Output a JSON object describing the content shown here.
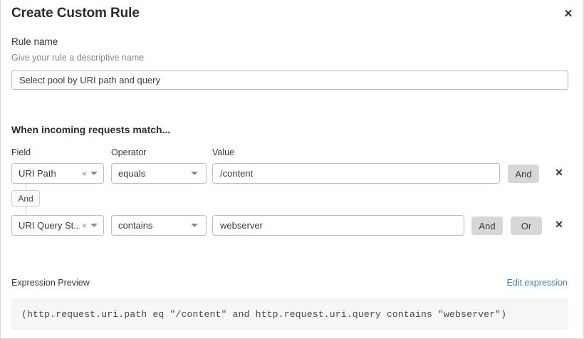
{
  "dialog": {
    "title": "Create Custom Rule",
    "close_icon": "close-icon",
    "close_glyph": "✕"
  },
  "rule_name": {
    "label": "Rule name",
    "help": "Give your rule a descriptive name",
    "value": "Select pool by URI path and query",
    "placeholder": "Rule name"
  },
  "match_section": {
    "heading": "When incoming requests match...",
    "columns": {
      "field": "Field",
      "operator": "Operator",
      "value": "Value"
    },
    "connector": {
      "label": "And"
    },
    "rows": [
      {
        "field": "URI Path",
        "field_clear_glyph": "×",
        "operator": "equals",
        "value": "/content",
        "buttons": [
          "And"
        ],
        "delete_glyph": "✕"
      },
      {
        "field": "URI Query St...",
        "field_clear_glyph": "×",
        "operator": "contains",
        "value": "webserver",
        "buttons": [
          "And",
          "Or"
        ],
        "delete_glyph": "✕"
      }
    ]
  },
  "expression_preview": {
    "label": "Expression Preview",
    "edit_link": "Edit expression",
    "expression": "(http.request.uri.path eq \"/content\" and http.request.uri.query contains \"webserver\")"
  },
  "colors": {
    "link": "#4a7fb5",
    "button_bg": "#d7d7d7",
    "preview_bg": "#f6f6f6",
    "border": "#bdbdbd"
  }
}
